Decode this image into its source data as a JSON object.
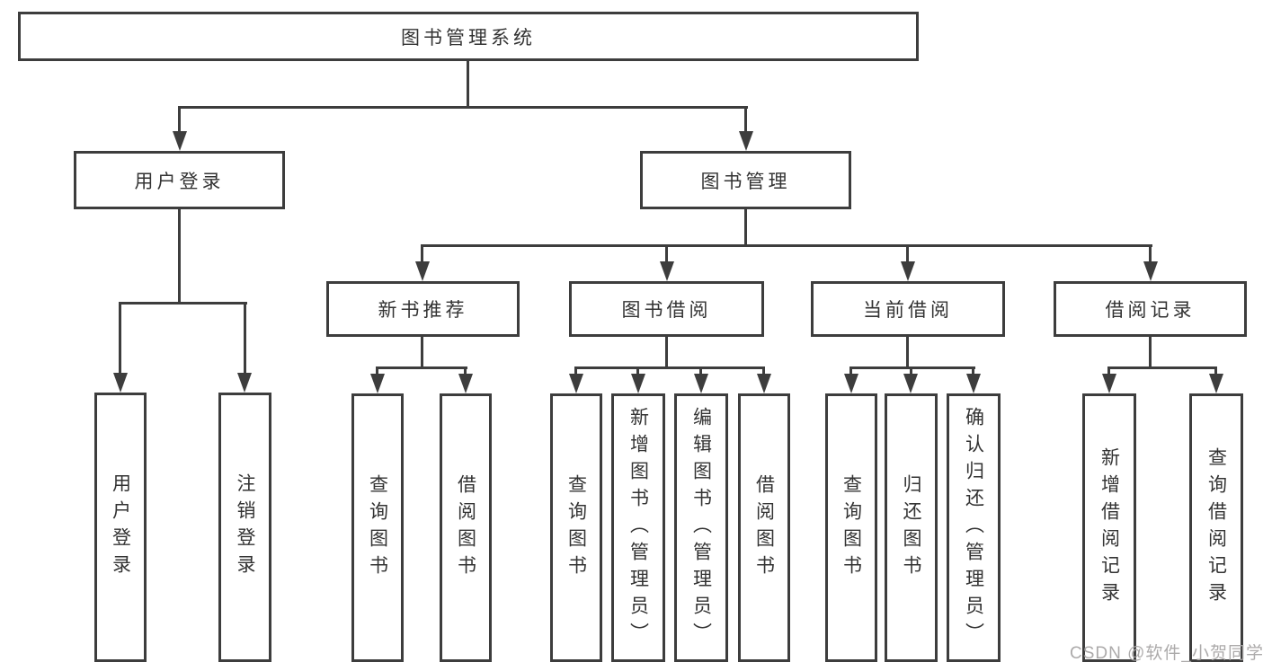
{
  "diagram": {
    "root": "图书管理系统",
    "branches": [
      {
        "label": "用户登录",
        "children": [
          "用户登录",
          "注销登录"
        ]
      },
      {
        "label": "图书管理",
        "sections": [
          {
            "label": "新书推荐",
            "children": [
              "查询图书",
              "借阅图书"
            ]
          },
          {
            "label": "图书借阅",
            "children": [
              "查询图书",
              "新增图书（管理员）",
              "编辑图书（管理员）",
              "借阅图书"
            ]
          },
          {
            "label": "当前借阅",
            "children": [
              "查询图书",
              "归还图书",
              "确认归还（管理员）"
            ]
          },
          {
            "label": "借阅记录",
            "children": [
              "新增借阅记录",
              "查询借阅记录"
            ]
          }
        ]
      }
    ]
  },
  "colors": {
    "stroke": "#3d3d3d",
    "text": "#333333",
    "watermark": "#a8a5a5"
  },
  "watermark": "CSDN @软件_小贺同学"
}
